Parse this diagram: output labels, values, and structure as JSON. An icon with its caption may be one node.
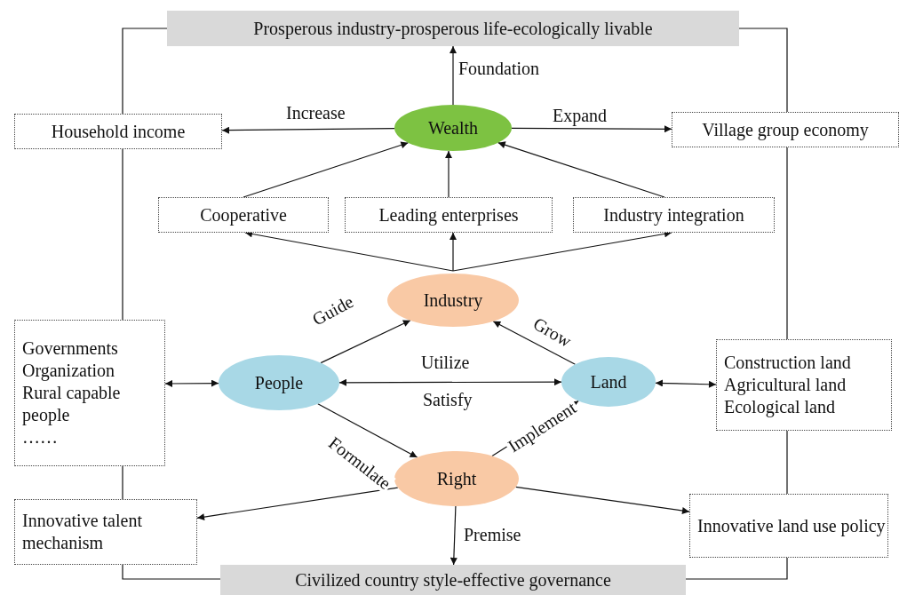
{
  "diagram": {
    "nodes": [
      {
        "text": [
          "Prosperous industry-prosperous life-ecologically livable"
        ]
      },
      {
        "text": [
          "Household income"
        ]
      },
      {
        "text": [
          "Wealth"
        ]
      },
      {
        "text": [
          "Village group economy"
        ]
      },
      {
        "text": [
          "Cooperative"
        ]
      },
      {
        "text": [
          "Leading enterprises"
        ]
      },
      {
        "text": [
          "Industry integration"
        ]
      },
      {
        "text": [
          "Industry"
        ]
      },
      {
        "text": [
          "Governments",
          "Organization",
          "Rural capable people",
          "……"
        ]
      },
      {
        "text": [
          "People"
        ]
      },
      {
        "text": [
          "Land"
        ]
      },
      {
        "text": [
          "Construction land",
          "Agricultural land",
          "Ecological land"
        ]
      },
      {
        "text": [
          "Right"
        ]
      },
      {
        "text": [
          "Innovative talent mechanism"
        ]
      },
      {
        "text": [
          "Innovative land use policy"
        ]
      },
      {
        "text": [
          "Civilized country style-effective governance"
        ]
      }
    ],
    "edges": [
      {
        "from": 2,
        "to": 0,
        "arrow": "to",
        "label": "Foundation"
      },
      {
        "from": 2,
        "to": 1,
        "arrow": "to",
        "label": "Increase"
      },
      {
        "from": 2,
        "to": 3,
        "arrow": "to",
        "label": "Expand"
      },
      {
        "from": 4,
        "to": 2,
        "arrow": "to"
      },
      {
        "from": 5,
        "to": 2,
        "arrow": "to"
      },
      {
        "from": 6,
        "to": 2,
        "arrow": "to"
      },
      {
        "from": 7,
        "to": 4,
        "arrow": "to"
      },
      {
        "from": 7,
        "to": 5,
        "arrow": "to"
      },
      {
        "from": 7,
        "to": 6,
        "arrow": "to"
      },
      {
        "from": 9,
        "to": 7,
        "arrow": "to",
        "label": "Guide"
      },
      {
        "from": 10,
        "to": 7,
        "arrow": "to",
        "label": "Grow"
      },
      {
        "from": 9,
        "to": 10,
        "arrow": "both",
        "label": "Utilize"
      },
      {
        "from": 8,
        "to": 9,
        "arrow": "both"
      },
      {
        "from": 10,
        "to": 11,
        "arrow": "both"
      },
      {
        "from": 9,
        "to": 12,
        "arrow": "to",
        "label": "Formulate"
      },
      {
        "from": 12,
        "to": 10,
        "arrow": "to",
        "label": "Implement"
      },
      {
        "from": 12,
        "to": 13,
        "arrow": "to"
      },
      {
        "from": 12,
        "to": 14,
        "arrow": "to"
      },
      {
        "from": 12,
        "to": 15,
        "arrow": "to",
        "label": "Premise"
      },
      {
        "from": 0,
        "to": 1,
        "arrow": "none"
      },
      {
        "from": 1,
        "to": 8,
        "arrow": "none"
      },
      {
        "from": 8,
        "to": 13,
        "arrow": "none"
      },
      {
        "from": 13,
        "to": 15,
        "arrow": "none"
      },
      {
        "from": 0,
        "to": 3,
        "arrow": "none"
      },
      {
        "from": 3,
        "to": 11,
        "arrow": "none"
      },
      {
        "from": 11,
        "to": 14,
        "arrow": "none"
      },
      {
        "from": 14,
        "to": 15,
        "arrow": "none"
      }
    ],
    "labels": [
      "Satisfy"
    ]
  }
}
